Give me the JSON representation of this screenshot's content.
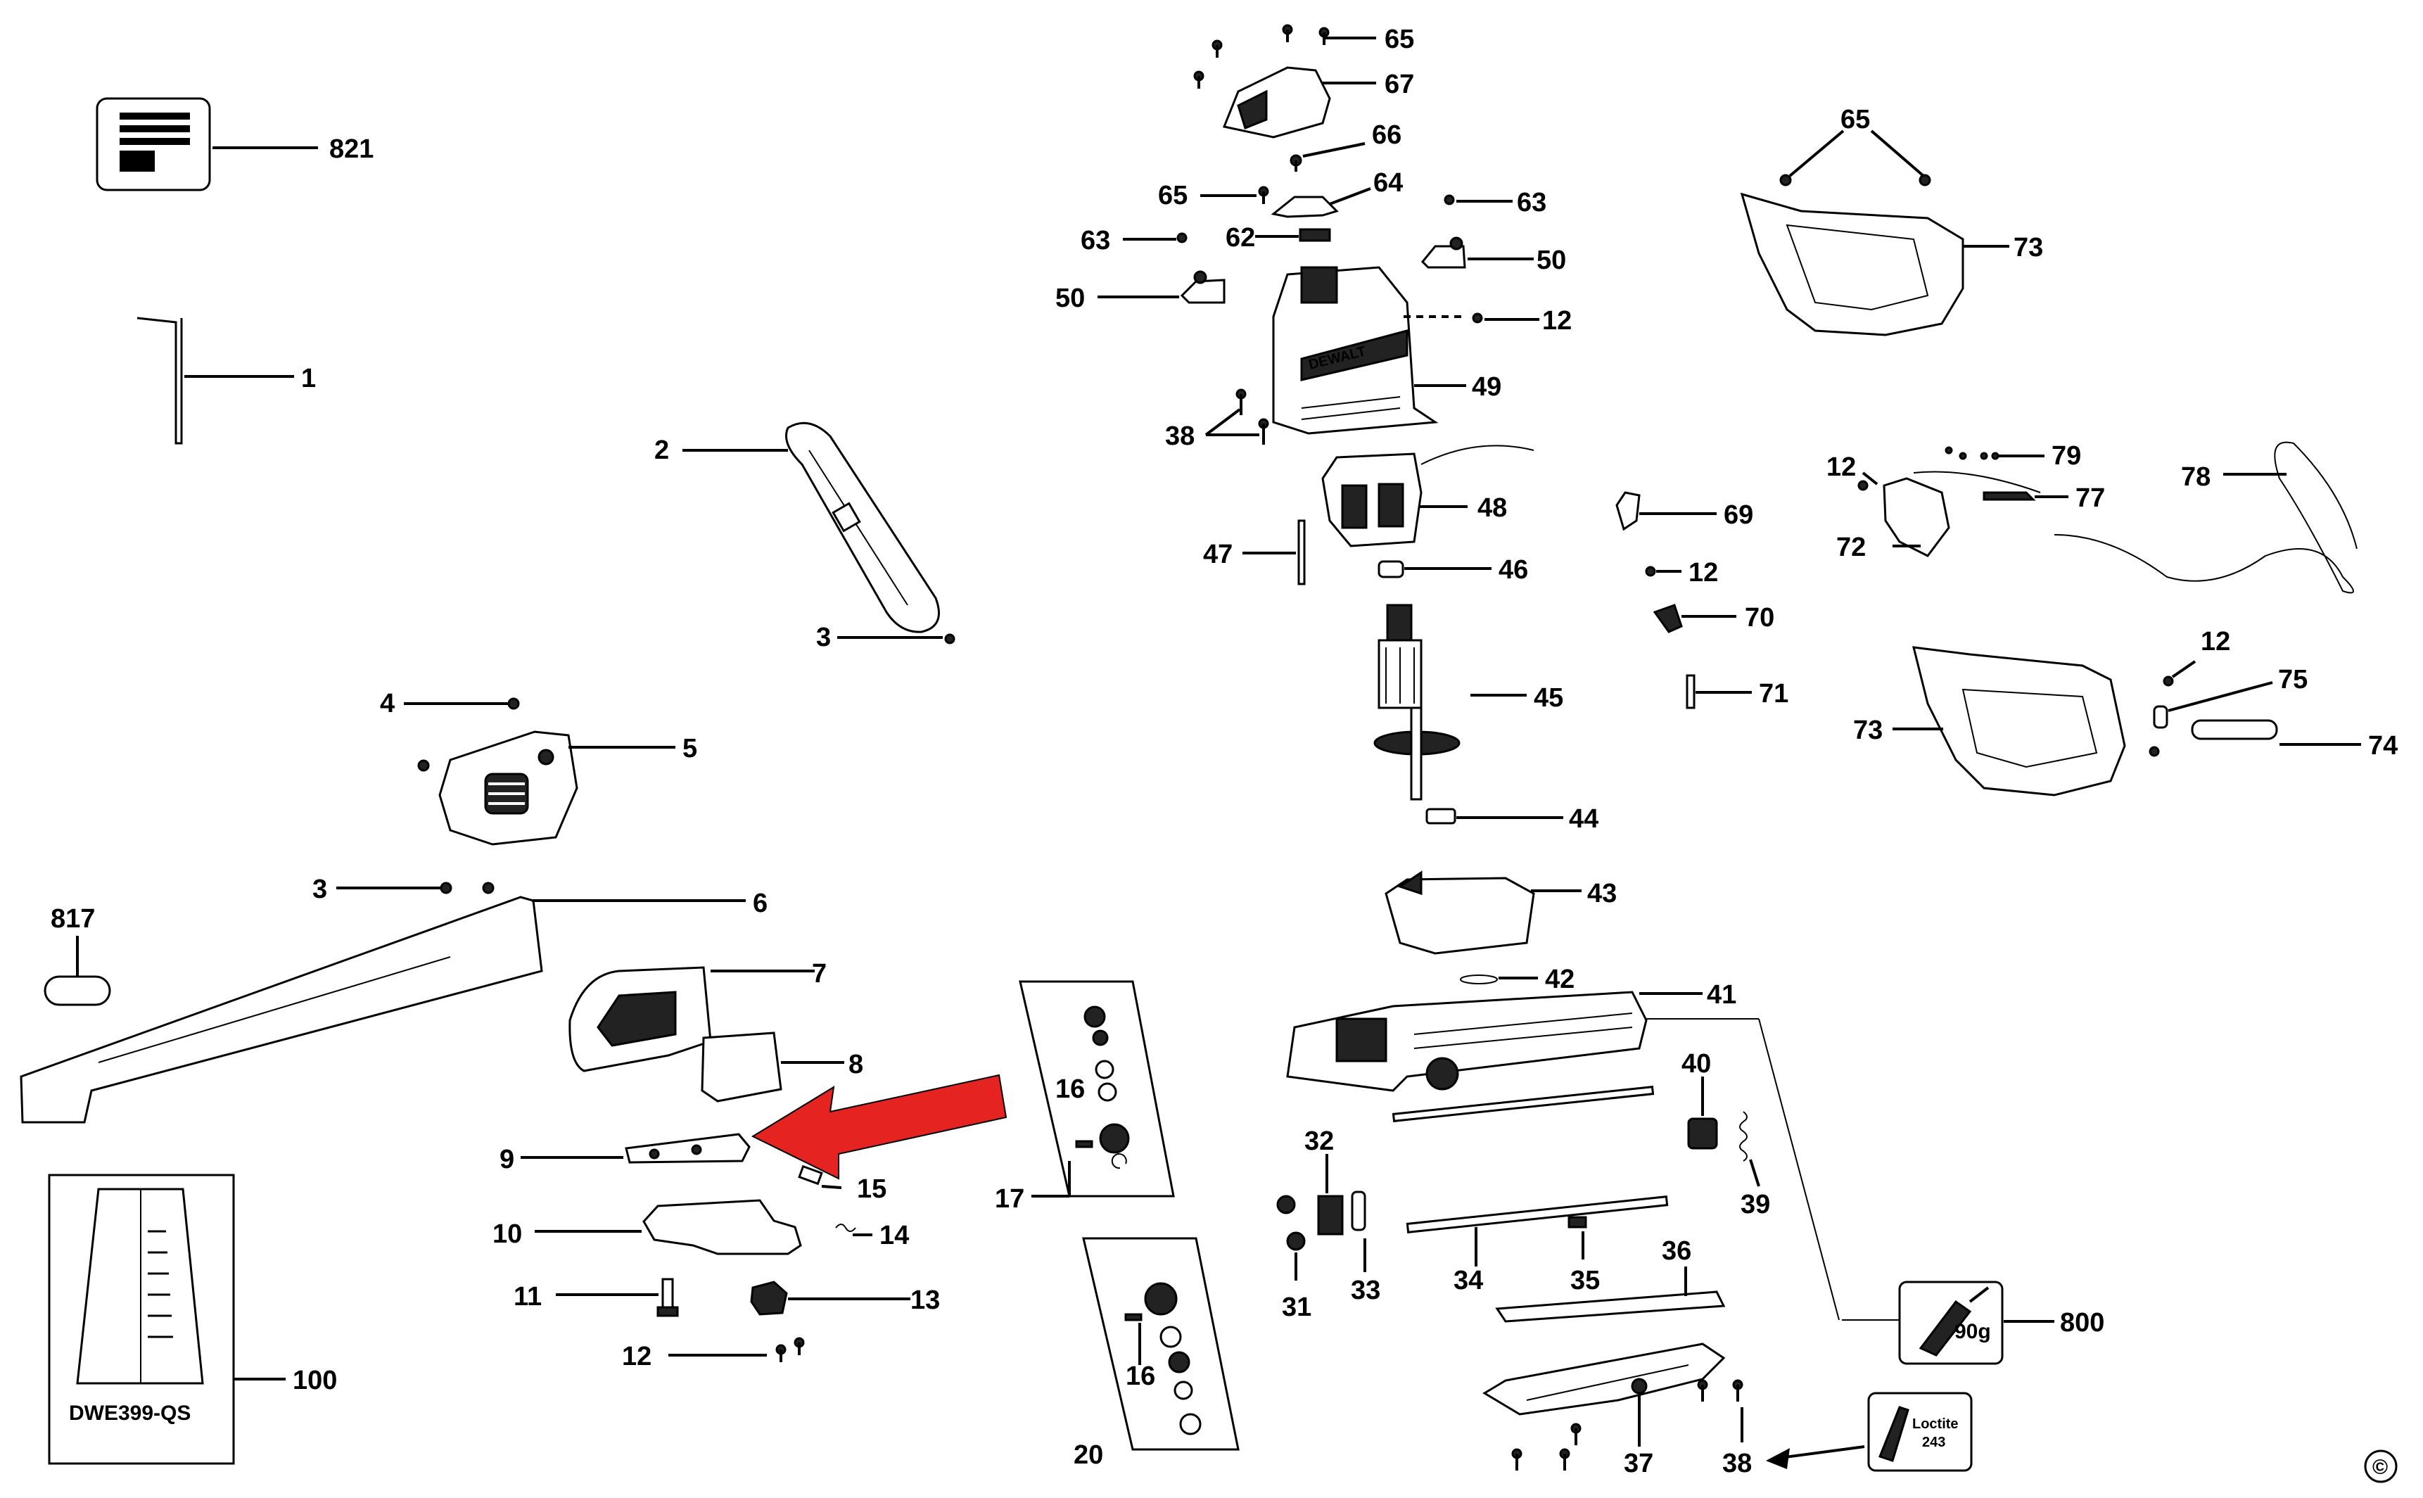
{
  "diagram": {
    "callouts": {
      "c821": "821",
      "c1": "1",
      "c2": "2",
      "c3a": "3",
      "c3b": "3",
      "c4": "4",
      "c5": "5",
      "c6": "6",
      "c817": "817",
      "c7": "7",
      "c8": "8",
      "c9": "9",
      "c10": "10",
      "c11": "11",
      "c12a": "12",
      "c13": "13",
      "c14": "14",
      "c15": "15",
      "c16a": "16",
      "c16b": "16",
      "c17": "17",
      "c20": "20",
      "c100": "100",
      "c65a": "65",
      "c67": "67",
      "c66": "66",
      "c64": "64",
      "c65b": "65",
      "c63a": "63",
      "c63b": "63",
      "c62": "62",
      "c50a": "50",
      "c50b": "50",
      "c12b": "12",
      "c49": "49",
      "c38a": "38",
      "c48": "48",
      "c47": "47",
      "c46": "46",
      "c45": "45",
      "c44": "44",
      "c43": "43",
      "c42": "42",
      "c41": "41",
      "c40": "40",
      "c39": "39",
      "c32": "32",
      "c33": "33",
      "c31": "31",
      "c34": "34",
      "c35": "35",
      "c36": "36",
      "c37": "37",
      "c38b": "38",
      "c800": "800",
      "c65c": "65",
      "c73a": "73",
      "c69": "69",
      "c12c": "12",
      "c70": "70",
      "c71": "71",
      "c12d": "12",
      "c79": "79",
      "c77": "77",
      "c72": "72",
      "c78": "78",
      "c12e": "12",
      "c75": "75",
      "c73b": "73",
      "c74": "74"
    },
    "model_label": "DWE399-QS",
    "grease_weight": "90g",
    "adhesive_label_line1": "Loctite",
    "adhesive_label_line2": "243",
    "brand_mark": "DEWALT",
    "copyright_symbol": "©"
  },
  "colors": {
    "line": "#000000",
    "highlight_arrow": "#e52421",
    "background": "#ffffff"
  },
  "icons": [
    "manual-icon",
    "hex-key-icon",
    "grease-tube-icon",
    "adhesive-bottle-icon"
  ]
}
